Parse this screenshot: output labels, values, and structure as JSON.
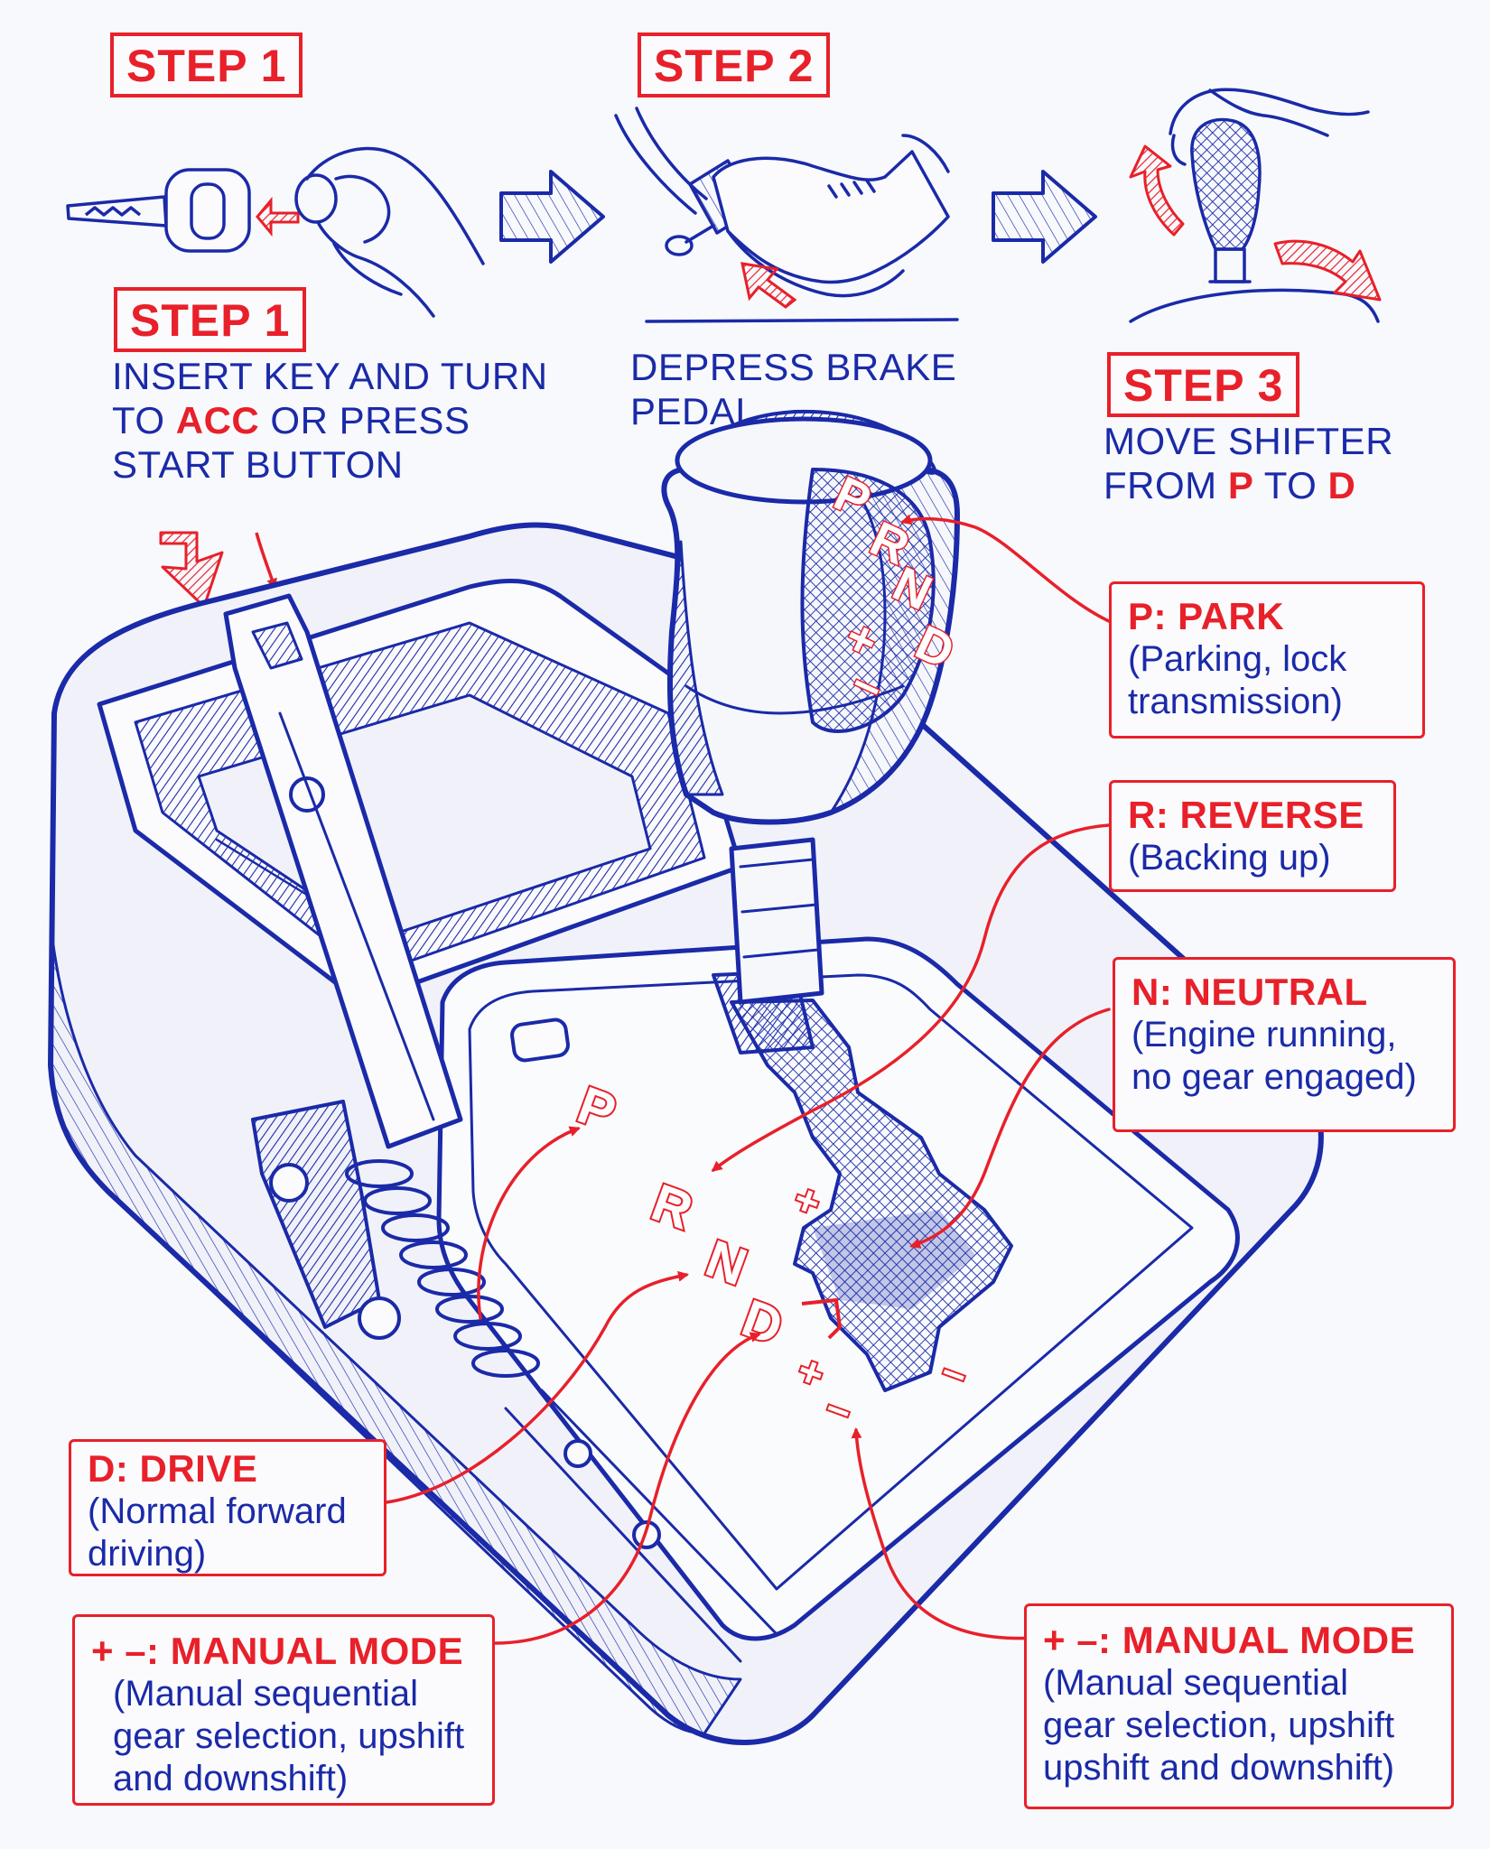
{
  "steps": {
    "step1_top": "STEP 1",
    "step2": "STEP 2",
    "step1_text_label": "STEP 1",
    "step3": "STEP 3"
  },
  "instructions": {
    "step1": {
      "line1": "INSERT KEY AND TURN",
      "line2_a": "TO ",
      "line2_hl": "ACC",
      "line2_b": " OR PRESS",
      "line3": "START BUTTON"
    },
    "step2": {
      "line1": "DEPRESS BRAKE",
      "line2": "PEDAL"
    },
    "step3": {
      "line1": "MOVE SHIFTER",
      "line2_a": "FROM ",
      "line2_p": "P",
      "line2_b": " TO ",
      "line2_d": "D"
    }
  },
  "knob_labels": [
    "P",
    "R",
    "N",
    "D",
    "+",
    "–"
  ],
  "gate_labels": {
    "p": "P",
    "r": "R",
    "n": "N",
    "d": "D",
    "plus_left": "+",
    "plus_right": "+",
    "minus_left": "–",
    "minus_right": "–"
  },
  "legend": {
    "park": {
      "title": "P: PARK",
      "desc": "(Parking, lock\ntransmission)"
    },
    "reverse": {
      "title": "R: REVERSE",
      "desc": "(Backing up)"
    },
    "neutral": {
      "title": "N: NEUTRAL",
      "desc": "(Engine running,\nno gear engaged)"
    },
    "drive": {
      "title": "D: DRIVE",
      "desc": "(Normal forward\n driving)"
    },
    "manual_left": {
      "title": "+ –: MANUAL MODE",
      "desc": "(Manual sequential\ngear selection, upshift\nand downshift)"
    },
    "manual_right": {
      "title": "+ –: MANUAL MODE",
      "desc": "(Manual sequential\ngear selection, upshift\nupshift and downshift)"
    }
  },
  "colors": {
    "ink": "#1a2aa8",
    "accent": "#e8202a",
    "paper": "#f8f9fc"
  }
}
